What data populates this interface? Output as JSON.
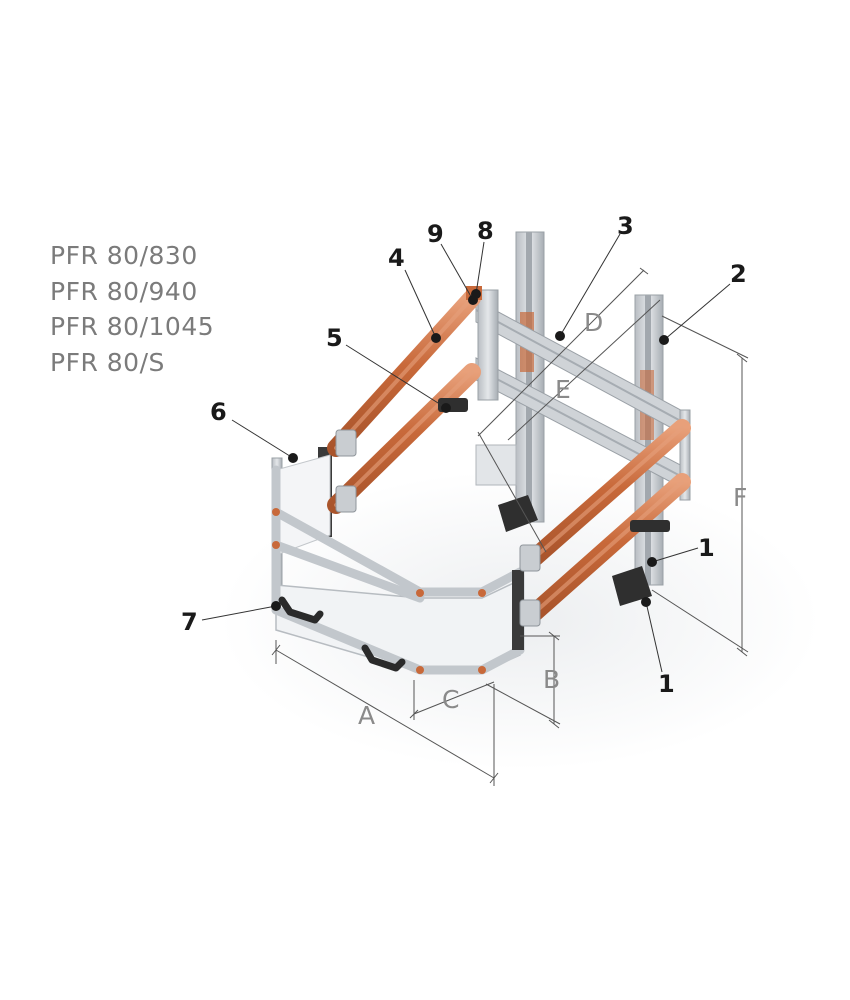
{
  "models": [
    "PFR 80/830",
    "PFR 80/940",
    "PFR 80/1045",
    "PFR 80/S"
  ],
  "callouts": [
    "1",
    "1",
    "2",
    "3",
    "4",
    "5",
    "6",
    "7",
    "8",
    "9"
  ],
  "dimensions": [
    "A",
    "B",
    "C",
    "D",
    "E",
    "F"
  ],
  "colors": {
    "rail": "#c8693a",
    "rail_highlight": "#e49a6e",
    "profile": "#c9cdd1",
    "profile_dark": "#9aa0a6",
    "bracket": "#3a3a3a",
    "panel": "#eef0f2",
    "callout_text": "#1a1a1a",
    "dimension_text": "#8a8a8a",
    "model_text": "#7b7b7b"
  }
}
